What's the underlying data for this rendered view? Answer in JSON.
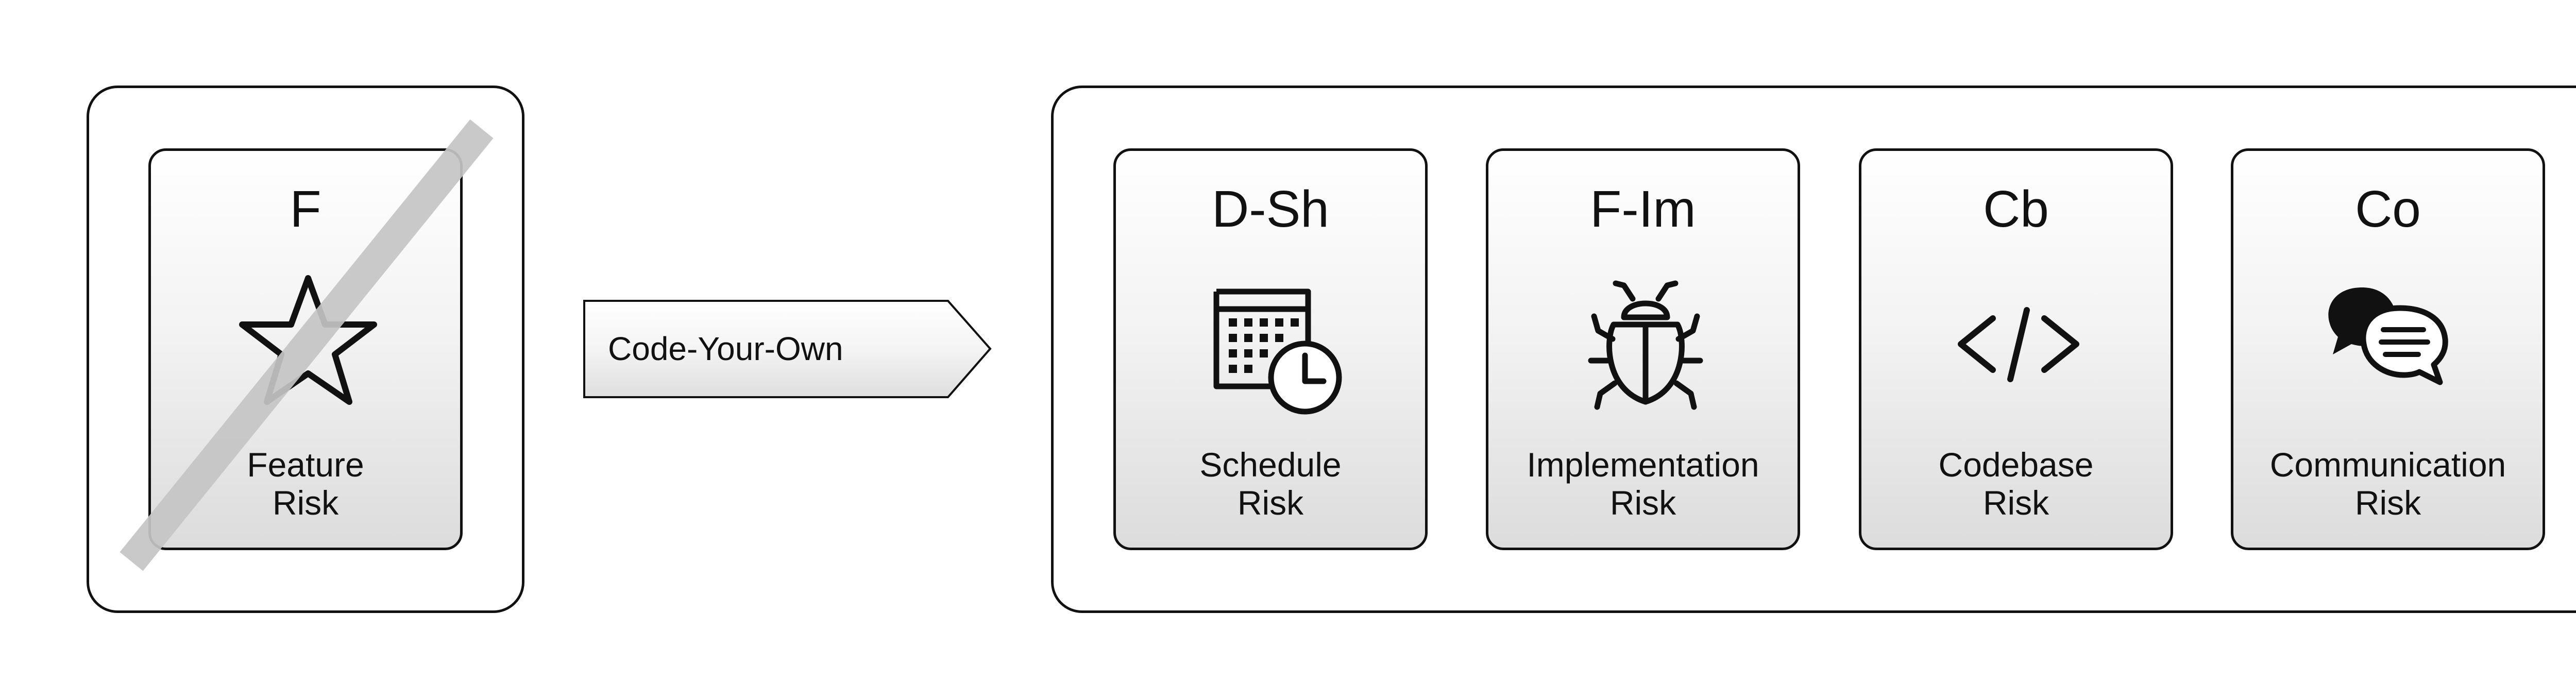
{
  "arrow": {
    "label": "Code-Your-Own"
  },
  "removed_card": {
    "code": "F",
    "label_line1": "Feature",
    "label_line2": "Risk",
    "icon": "star-icon"
  },
  "cards": [
    {
      "code": "D-Sh",
      "label_line1": "Schedule",
      "label_line2": "Risk",
      "icon": "calendar-clock-icon"
    },
    {
      "code": "F-Im",
      "label_line1": "Implementation",
      "label_line2": "Risk",
      "icon": "bug-icon"
    },
    {
      "code": "Cb",
      "label_line1": "Codebase",
      "label_line2": "Risk",
      "icon": "code-icon"
    },
    {
      "code": "Co",
      "label_line1": "Communication",
      "label_line2": "Risk",
      "icon": "chat-bubbles-icon"
    }
  ],
  "colors": {
    "stroke": "#111111",
    "card_gradient_bottom": "#dcdcdc",
    "strike": "#c4c4c4"
  }
}
